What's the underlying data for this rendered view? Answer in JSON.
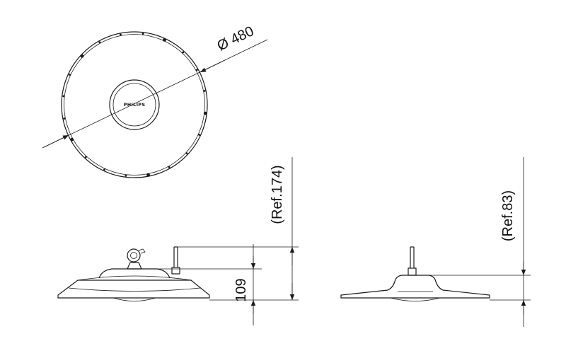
{
  "top_view": {
    "diameter_label": "Ø 480",
    "brand_label": "PHILIPS"
  },
  "side_view": {
    "height_label": "109",
    "ref_height_label": "(Ref.174)"
  },
  "end_view": {
    "ref_height_label": "(Ref.83)"
  },
  "colors": {
    "line": "#1a1a1a",
    "background": "#ffffff"
  }
}
